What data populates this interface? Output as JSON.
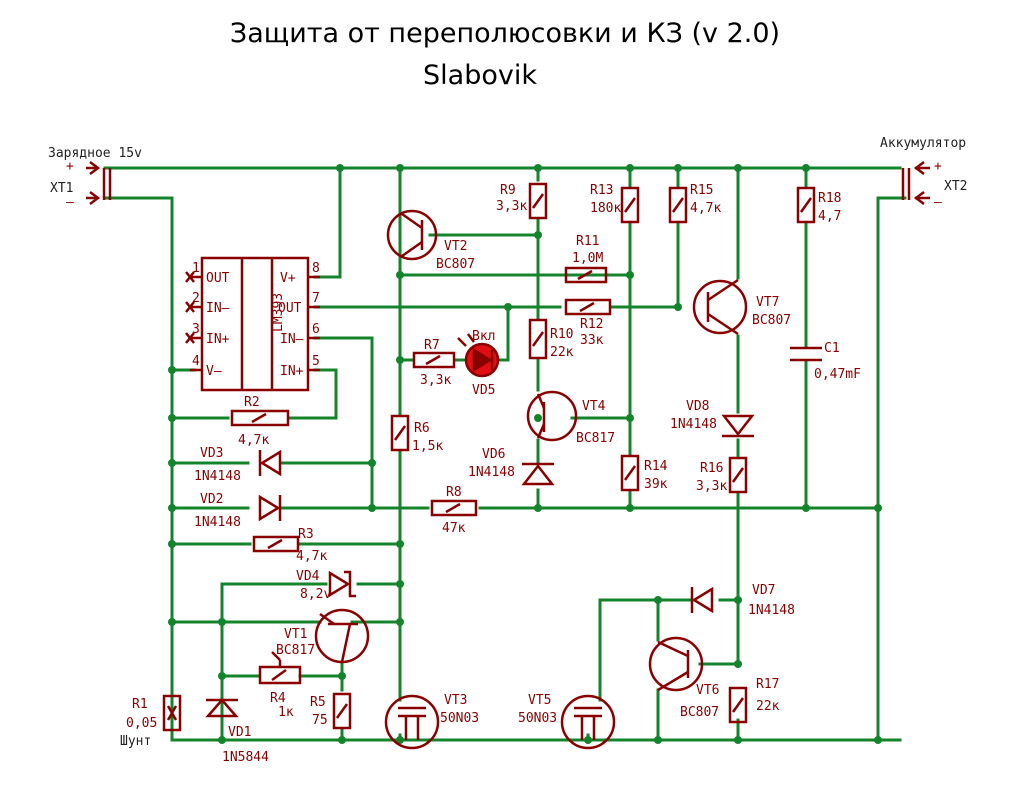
{
  "title": "Защита от переполюсовки и КЗ (v 2.0)",
  "author": "Slabovik",
  "connectors": {
    "xt1": {
      "ref": "XT1",
      "name": "Зарядное 15v",
      "plus": "+",
      "minus": "–"
    },
    "xt2": {
      "ref": "XT2",
      "name": "Аккумулятор",
      "plus": "+",
      "minus": "–"
    }
  },
  "ic": {
    "ref": "LM393",
    "pins_left": [
      {
        "num": "1",
        "name": "OUT"
      },
      {
        "num": "2",
        "name": "IN–"
      },
      {
        "num": "3",
        "name": "IN+"
      },
      {
        "num": "4",
        "name": "V–"
      }
    ],
    "pins_right": [
      {
        "num": "8",
        "name": "V+"
      },
      {
        "num": "7",
        "name": "OUT"
      },
      {
        "num": "6",
        "name": "IN–"
      },
      {
        "num": "5",
        "name": "IN+"
      }
    ]
  },
  "resistors": {
    "r1": {
      "ref": "R1",
      "value": "0,05",
      "note": "Шунт"
    },
    "r2": {
      "ref": "R2",
      "value": "4,7к"
    },
    "r3": {
      "ref": "R3",
      "value": "4,7к"
    },
    "r4": {
      "ref": "R4",
      "value": "1к"
    },
    "r5": {
      "ref": "R5",
      "value": "75"
    },
    "r6": {
      "ref": "R6",
      "value": "1,5к"
    },
    "r7": {
      "ref": "R7",
      "value": "3,3к"
    },
    "r8": {
      "ref": "R8",
      "value": "47к"
    },
    "r9": {
      "ref": "R9",
      "value": "3,3к"
    },
    "r10": {
      "ref": "R10",
      "value": "22к"
    },
    "r11": {
      "ref": "R11",
      "value": "1,0M"
    },
    "r12": {
      "ref": "R12",
      "value": "33к"
    },
    "r13": {
      "ref": "R13",
      "value": "180к"
    },
    "r14": {
      "ref": "R14",
      "value": "39к"
    },
    "r15": {
      "ref": "R15",
      "value": "4,7к"
    },
    "r16": {
      "ref": "R16",
      "value": "3,3к"
    },
    "r17": {
      "ref": "R17",
      "value": "22к"
    },
    "r18": {
      "ref": "R18",
      "value": "4,7"
    }
  },
  "diodes": {
    "vd1": {
      "ref": "VD1",
      "value": "1N5844"
    },
    "vd2": {
      "ref": "VD2",
      "value": "1N4148"
    },
    "vd3": {
      "ref": "VD3",
      "value": "1N4148"
    },
    "vd4": {
      "ref": "VD4",
      "value": "8,2v"
    },
    "vd5": {
      "ref": "VD5",
      "value": "Вкл"
    },
    "vd6": {
      "ref": "VD6",
      "value": "1N4148"
    },
    "vd7": {
      "ref": "VD7",
      "value": "1N4148"
    },
    "vd8": {
      "ref": "VD8",
      "value": "1N4148"
    }
  },
  "transistors": {
    "vt1": {
      "ref": "VT1",
      "value": "BC817"
    },
    "vt2": {
      "ref": "VT2",
      "value": "BC807"
    },
    "vt3": {
      "ref": "VT3",
      "value": "50N03"
    },
    "vt4": {
      "ref": "VT4",
      "value": "BC817"
    },
    "vt5": {
      "ref": "VT5",
      "value": "50N03"
    },
    "vt6": {
      "ref": "VT6",
      "value": "BC807"
    },
    "vt7": {
      "ref": "VT7",
      "value": "BC807"
    }
  },
  "capacitors": {
    "c1": {
      "ref": "C1",
      "value": "0,47mF"
    }
  },
  "colors": {
    "wire": "#14842c",
    "component": "#8a0000",
    "led_fill": "#e01010",
    "text": "#222222"
  }
}
